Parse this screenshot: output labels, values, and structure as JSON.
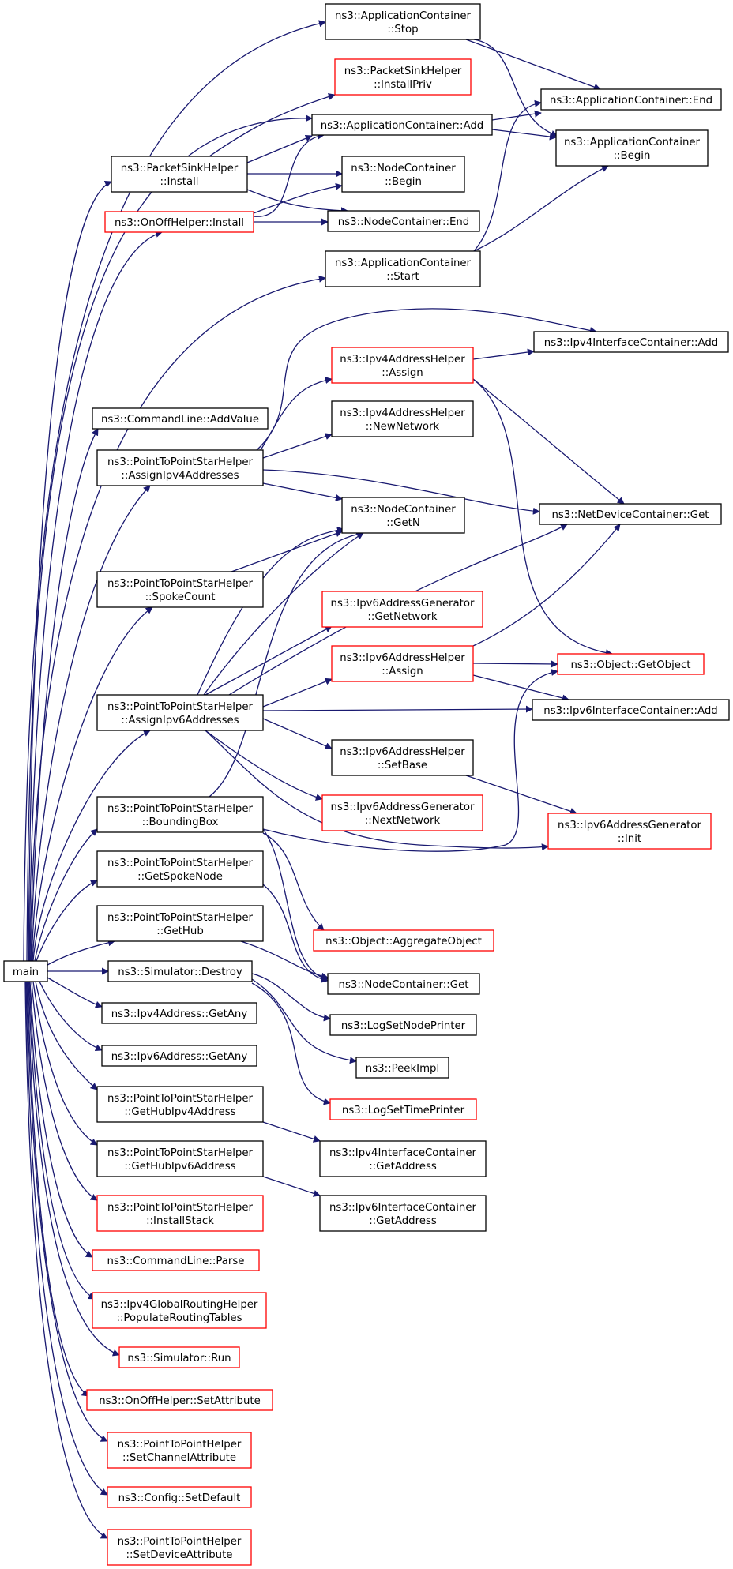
{
  "colors": {
    "edge": "#191970",
    "border_normal": "#000000",
    "border_red": "#ff0000",
    "main_fill": "#bfbfbf",
    "node_fill": "#ffffff"
  },
  "nodes": {
    "main": {
      "lines": [
        "main"
      ],
      "style": "main"
    },
    "appStop": {
      "lines": [
        "ns3::ApplicationContainer",
        "::Stop"
      ],
      "style": "normal"
    },
    "psInstallPriv": {
      "lines": [
        "ns3::PacketSinkHelper",
        "::InstallPriv"
      ],
      "style": "red"
    },
    "appAdd": {
      "lines": [
        "ns3::ApplicationContainer::Add"
      ],
      "style": "normal"
    },
    "appEnd": {
      "lines": [
        "ns3::ApplicationContainer::End"
      ],
      "style": "normal"
    },
    "appBegin": {
      "lines": [
        "ns3::ApplicationContainer",
        "::Begin"
      ],
      "style": "normal"
    },
    "psInstall": {
      "lines": [
        "ns3::PacketSinkHelper",
        "::Install"
      ],
      "style": "normal"
    },
    "ncBegin": {
      "lines": [
        "ns3::NodeContainer",
        "::Begin"
      ],
      "style": "normal"
    },
    "onoffInstall": {
      "lines": [
        "ns3::OnOffHelper::Install"
      ],
      "style": "red"
    },
    "ncEnd": {
      "lines": [
        "ns3::NodeContainer::End"
      ],
      "style": "normal"
    },
    "appStart": {
      "lines": [
        "ns3::ApplicationContainer",
        "::Start"
      ],
      "style": "normal"
    },
    "ipv4icAdd": {
      "lines": [
        "ns3::Ipv4InterfaceContainer::Add"
      ],
      "style": "normal"
    },
    "ipv4ahAssign": {
      "lines": [
        "ns3::Ipv4AddressHelper",
        "::Assign"
      ],
      "style": "red"
    },
    "clAddValue": {
      "lines": [
        "ns3::CommandLine::AddValue"
      ],
      "style": "normal"
    },
    "ipv4ahNewNetwork": {
      "lines": [
        "ns3::Ipv4AddressHelper",
        "::NewNetwork"
      ],
      "style": "normal"
    },
    "ptpAssignIpv4": {
      "lines": [
        "ns3::PointToPointStarHelper",
        "::AssignIpv4Addresses"
      ],
      "style": "normal"
    },
    "ncGetN": {
      "lines": [
        "ns3::NodeContainer",
        "::GetN"
      ],
      "style": "normal"
    },
    "ndcGet": {
      "lines": [
        "ns3::NetDeviceContainer::Get"
      ],
      "style": "normal"
    },
    "ptpSpokeCount": {
      "lines": [
        "ns3::PointToPointStarHelper",
        "::SpokeCount"
      ],
      "style": "normal"
    },
    "ipv6agGetNetwork": {
      "lines": [
        "ns3::Ipv6AddressGenerator",
        "::GetNetwork"
      ],
      "style": "red"
    },
    "ipv6ahAssign": {
      "lines": [
        "ns3::Ipv6AddressHelper",
        "::Assign"
      ],
      "style": "red"
    },
    "objGetObject": {
      "lines": [
        "ns3::Object::GetObject"
      ],
      "style": "red"
    },
    "ptpAssignIpv6": {
      "lines": [
        "ns3::PointToPointStarHelper",
        "::AssignIpv6Addresses"
      ],
      "style": "normal"
    },
    "ipv6icAdd": {
      "lines": [
        "ns3::Ipv6InterfaceContainer::Add"
      ],
      "style": "normal"
    },
    "ipv6ahSetBase": {
      "lines": [
        "ns3::Ipv6AddressHelper",
        "::SetBase"
      ],
      "style": "normal"
    },
    "ptpBoundingBox": {
      "lines": [
        "ns3::PointToPointStarHelper",
        "::BoundingBox"
      ],
      "style": "normal"
    },
    "ipv6agNextNetwork": {
      "lines": [
        "ns3::Ipv6AddressGenerator",
        "::NextNetwork"
      ],
      "style": "red"
    },
    "ipv6agInit": {
      "lines": [
        "ns3::Ipv6AddressGenerator",
        "::Init"
      ],
      "style": "red"
    },
    "ptpGetSpokeNode": {
      "lines": [
        "ns3::PointToPointStarHelper",
        "::GetSpokeNode"
      ],
      "style": "normal"
    },
    "ptpGetHub": {
      "lines": [
        "ns3::PointToPointStarHelper",
        "::GetHub"
      ],
      "style": "normal"
    },
    "objAggregate": {
      "lines": [
        "ns3::Object::AggregateObject"
      ],
      "style": "red"
    },
    "simDestroy": {
      "lines": [
        "ns3::Simulator::Destroy"
      ],
      "style": "normal"
    },
    "ncGet": {
      "lines": [
        "ns3::NodeContainer::Get"
      ],
      "style": "normal"
    },
    "ipv4GetAny": {
      "lines": [
        "ns3::Ipv4Address::GetAny"
      ],
      "style": "normal"
    },
    "logSetNodePrinter": {
      "lines": [
        "ns3::LogSetNodePrinter"
      ],
      "style": "normal"
    },
    "ipv6GetAny": {
      "lines": [
        "ns3::Ipv6Address::GetAny"
      ],
      "style": "normal"
    },
    "peekImpl": {
      "lines": [
        "ns3::PeekImpl"
      ],
      "style": "normal"
    },
    "ptpGetHubIpv4": {
      "lines": [
        "ns3::PointToPointStarHelper",
        "::GetHubIpv4Address"
      ],
      "style": "normal"
    },
    "logSetTimePrinter": {
      "lines": [
        "ns3::LogSetTimePrinter"
      ],
      "style": "red"
    },
    "ipv4icGetAddress": {
      "lines": [
        "ns3::Ipv4InterfaceContainer",
        "::GetAddress"
      ],
      "style": "normal"
    },
    "ptpGetHubIpv6": {
      "lines": [
        "ns3::PointToPointStarHelper",
        "::GetHubIpv6Address"
      ],
      "style": "normal"
    },
    "ipv6icGetAddress": {
      "lines": [
        "ns3::Ipv6InterfaceContainer",
        "::GetAddress"
      ],
      "style": "normal"
    },
    "ptpInstallStack": {
      "lines": [
        "ns3::PointToPointStarHelper",
        "::InstallStack"
      ],
      "style": "red"
    },
    "clParse": {
      "lines": [
        "ns3::CommandLine::Parse"
      ],
      "style": "red"
    },
    "ipv4grhPopulate": {
      "lines": [
        "ns3::Ipv4GlobalRoutingHelper",
        "::PopulateRoutingTables"
      ],
      "style": "red"
    },
    "simRun": {
      "lines": [
        "ns3::Simulator::Run"
      ],
      "style": "red"
    },
    "onoffSetAttribute": {
      "lines": [
        "ns3::OnOffHelper::SetAttribute"
      ],
      "style": "red"
    },
    "ptphSetChannel": {
      "lines": [
        "ns3::PointToPointHelper",
        "::SetChannelAttribute"
      ],
      "style": "red"
    },
    "configSetDefault": {
      "lines": [
        "ns3::Config::SetDefault"
      ],
      "style": "red"
    },
    "ptphSetDevice": {
      "lines": [
        "ns3::PointToPointHelper",
        "::SetDeviceAttribute"
      ],
      "style": "red"
    }
  }
}
